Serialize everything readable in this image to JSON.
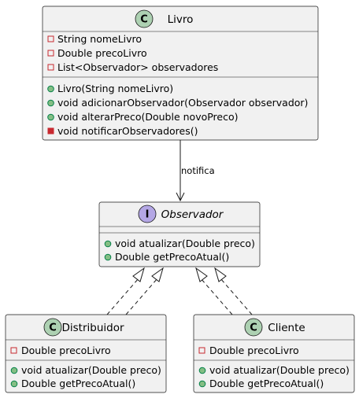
{
  "classes": {
    "livro": {
      "stereotype_letter": "C",
      "name": "Livro",
      "attributes": [
        "String nomeLivro",
        "Double precoLivro",
        "List<Observador> observadores"
      ],
      "methods": [
        {
          "text": "Livro(String nomeLivro)",
          "visibility": "public"
        },
        {
          "text": "void adicionarObservador(Observador observador)",
          "visibility": "public"
        },
        {
          "text": "void alterarPreco(Double novoPreco)",
          "visibility": "public"
        },
        {
          "text": "void notificarObservadores()",
          "visibility": "private"
        }
      ]
    },
    "observador": {
      "stereotype_letter": "I",
      "name": "Observador",
      "methods": [
        {
          "text": "void atualizar(Double preco)",
          "visibility": "public"
        },
        {
          "text": "Double getPrecoAtual()",
          "visibility": "public"
        }
      ]
    },
    "distribuidor": {
      "stereotype_letter": "C",
      "name": "Distribuidor",
      "attributes": [
        "Double precoLivro"
      ],
      "methods": [
        {
          "text": "void atualizar(Double preco)",
          "visibility": "public"
        },
        {
          "text": "Double getPrecoAtual()",
          "visibility": "public"
        }
      ]
    },
    "cliente": {
      "stereotype_letter": "C",
      "name": "Cliente",
      "attributes": [
        "Double precoLivro"
      ],
      "methods": [
        {
          "text": "void atualizar(Double preco)",
          "visibility": "public"
        },
        {
          "text": "Double getPrecoAtual()",
          "visibility": "public"
        }
      ]
    }
  },
  "relations": {
    "notifica_label": "notifica"
  },
  "colors": {
    "class_badge": "#add1b2",
    "interface_badge": "#b4a7e5",
    "attr_square": "#c82930",
    "public_circle": "#84be84",
    "public_circle_stroke": "#038048",
    "private_square": "#c82930"
  }
}
